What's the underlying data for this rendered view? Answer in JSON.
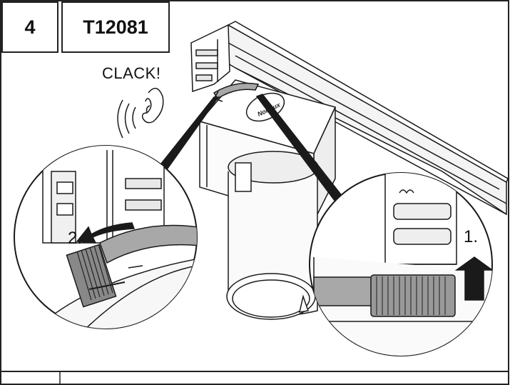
{
  "header": {
    "step_number": "4",
    "product_code": "T12081"
  },
  "illustration": {
    "sound_label": "CLACK!",
    "step_one_label": "1.",
    "step_two_label": "2.",
    "brand_marking": "Nordlux"
  },
  "colors": {
    "line": "#1a1a1a",
    "background": "#ffffff",
    "shade_light": "#dcdcdc",
    "shade_mid": "#a8a8a8",
    "shade_dark": "#555555"
  }
}
